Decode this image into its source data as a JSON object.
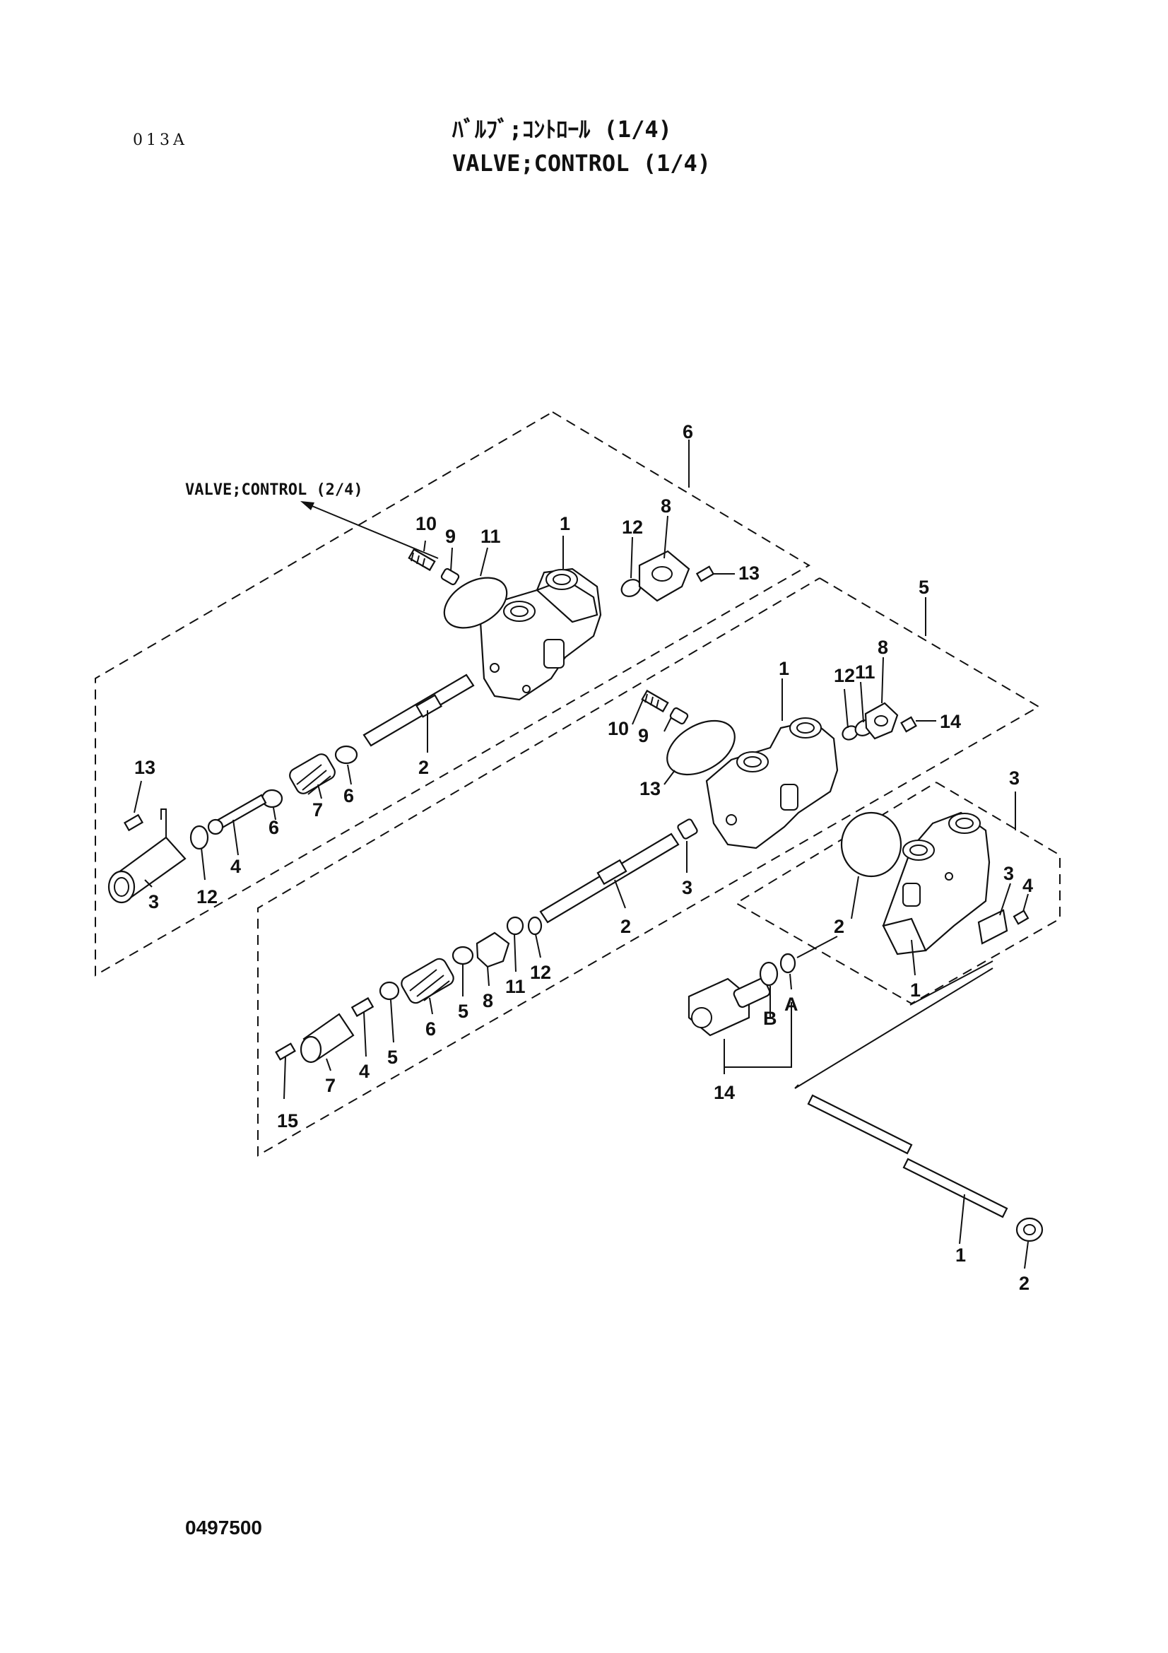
{
  "header": {
    "page_code": "013A",
    "title_ja": "ﾊﾞﾙﾌﾞ;ｺﾝﾄﾛｰﾙ (1/4)",
    "title_en": "VALVE;CONTROL (1/4)"
  },
  "reference_label": "VALVE;CONTROL (2/4)",
  "footer": {
    "drawing_number": "0497500"
  },
  "callouts": {
    "group6": [
      "6",
      "1",
      "2",
      "3",
      "4",
      "6",
      "7",
      "6",
      "8",
      "9",
      "10",
      "11",
      "12",
      "12",
      "13",
      "13"
    ],
    "group5": [
      "5",
      "1",
      "2",
      "3",
      "4",
      "5",
      "5",
      "6",
      "7",
      "8",
      "8",
      "9",
      "10",
      "11",
      "11",
      "12",
      "12",
      "13",
      "14",
      "15"
    ],
    "group3": [
      "3",
      "1",
      "2",
      "3",
      "4",
      "14",
      "A",
      "B"
    ],
    "rod": [
      "1",
      "2"
    ]
  }
}
